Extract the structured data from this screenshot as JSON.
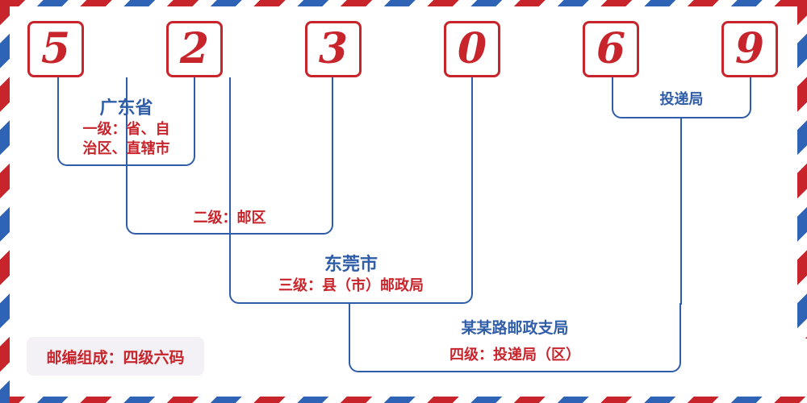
{
  "postcode": {
    "digits": [
      "5",
      "2",
      "3",
      "0",
      "6",
      "9"
    ]
  },
  "levels": {
    "province": {
      "name": "广东省",
      "level_line1": "一级：省、自",
      "level_line2": "治区、直辖市"
    },
    "district": {
      "level": "二级：邮区"
    },
    "city": {
      "name": "东莞市",
      "level": "三级：县（市）邮政局"
    },
    "branch": {
      "name": "某某路邮政支局",
      "level": "四级：投递局（区）"
    },
    "delivery": {
      "name": "投递局"
    }
  },
  "legend": {
    "text": "邮编组成：四级六码"
  },
  "colors": {
    "red": "#c8242c",
    "blue": "#2f5da8",
    "envelope_blue": "#2f63b5",
    "legend_bg": "#f3f1f5"
  }
}
